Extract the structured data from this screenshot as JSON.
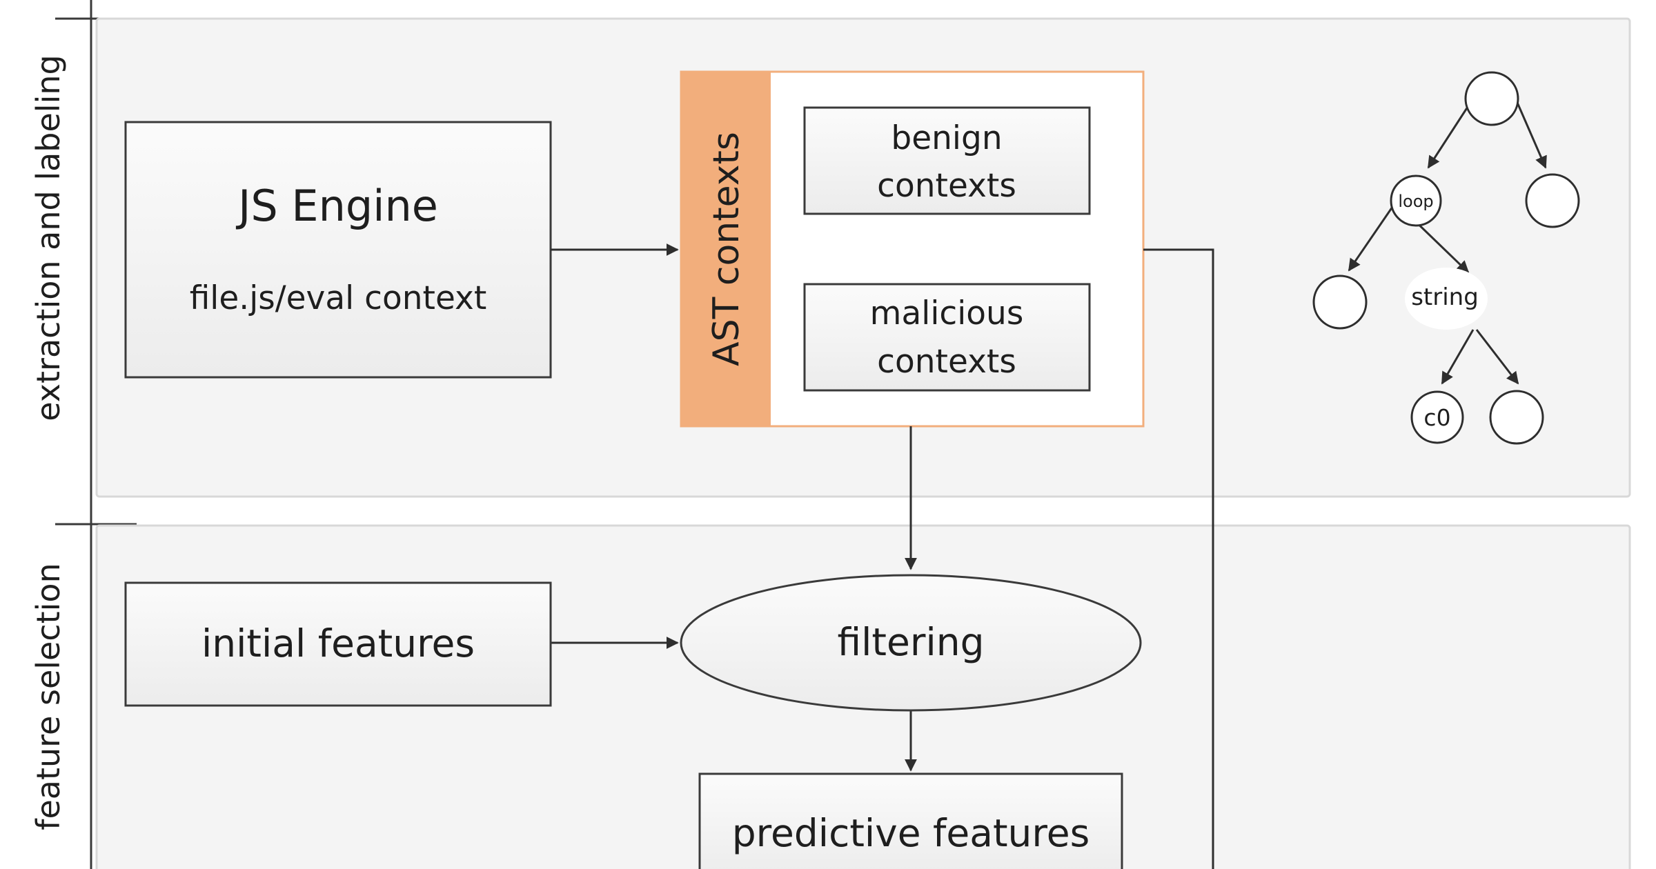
{
  "lanes": {
    "extraction_label": "extraction and labeling",
    "selection_label": "feature selection"
  },
  "js_engine": {
    "title": "JS Engine",
    "subtitle": "file.js/eval context"
  },
  "ast": {
    "label": "AST contexts",
    "benign_line1": "benign",
    "benign_line2": "contexts",
    "malicious_line1": "malicious",
    "malicious_line2": "contexts"
  },
  "tree": {
    "loop": "loop",
    "string": "string",
    "c0": "c0"
  },
  "initial_features": "initial features",
  "filtering": "filtering",
  "predictive_features": "predictive features",
  "colors": {
    "ast_band": "#f2ae7c",
    "lane_fill": "#f3f3f3",
    "box_fill": "#f6f6f6",
    "stroke": "#3a3a3a"
  }
}
